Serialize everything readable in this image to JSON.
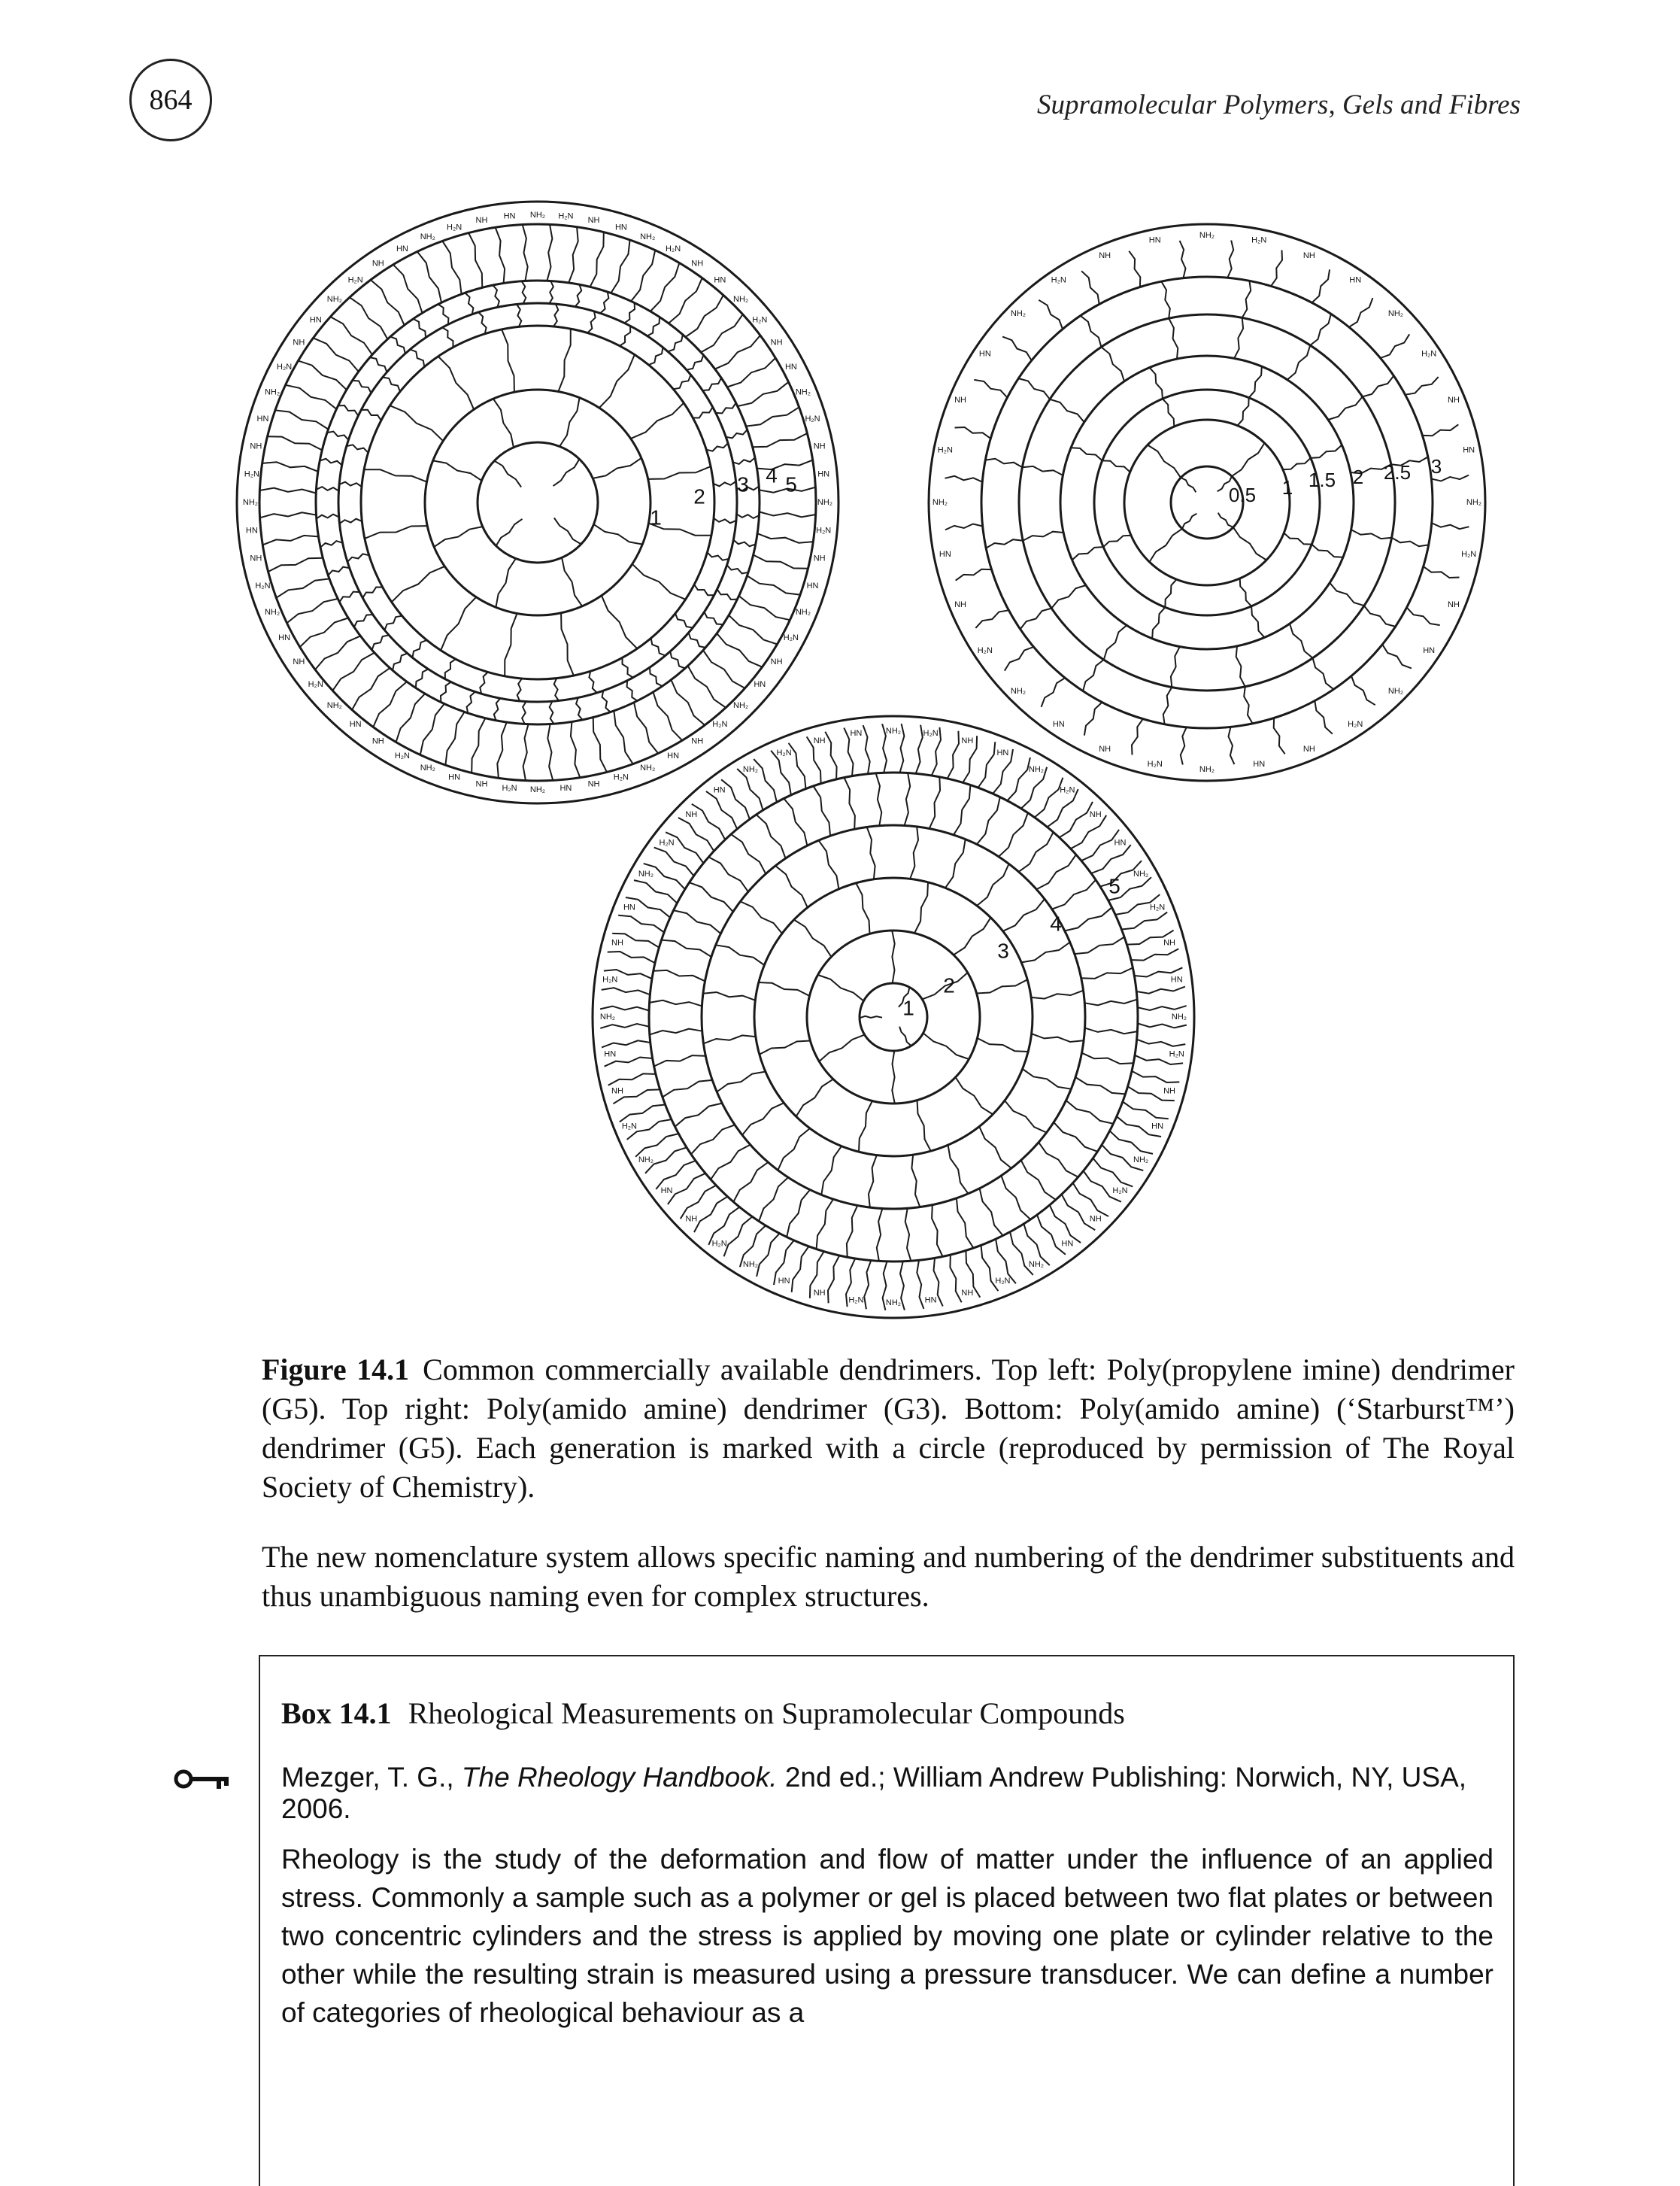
{
  "header": {
    "page_number": "864",
    "running_title": "Supramolecular Polymers, Gels and Fibres"
  },
  "figure": {
    "top_left_labels": [
      "1",
      "2",
      "3",
      "4",
      "5"
    ],
    "top_right_labels": [
      "0.5",
      "1",
      "1.5",
      "2",
      "2.5",
      "3"
    ],
    "bottom_labels": [
      "1",
      "2",
      "3",
      "4",
      "5"
    ],
    "peripheral_groups": [
      "NH₂",
      "H₂N",
      "NH",
      "HN"
    ]
  },
  "caption": {
    "label": "Figure 14.1",
    "text": "Common commercially available dendrimers. Top left: Poly(propylene imine) dendrimer (G5). Top right: Poly(amido amine) dendrimer (G3). Bottom: Poly(amido amine) (‘Starburst™’) dendrimer (G5). Each generation is marked with a circle (reproduced by permission of The Royal Society of Chemistry)."
  },
  "body": {
    "paragraph": "The new nomenclature system allows specific naming and numbering of the dendrimer substituents and thus unambiguous naming even for complex structures."
  },
  "box": {
    "label": "Box 14.1",
    "title": "Rheological Measurements on Supramolecular Compounds",
    "reference_authors": "Mezger, T. G.,",
    "reference_title": "The Rheology Handbook.",
    "reference_rest": "2nd ed.; William Andrew Publishing: Norwich, NY, USA, 2006.",
    "body": "Rheology is the study of the deformation and flow of matter under the influence of an applied stress. Commonly a sample such as a polymer or gel is placed between two flat plates or between two concentric cylinders and the stress is applied by moving one plate or cylinder relative to the other while the resulting strain is measured using a pressure transducer. We can define a number of categories of rheological behaviour as a"
  }
}
